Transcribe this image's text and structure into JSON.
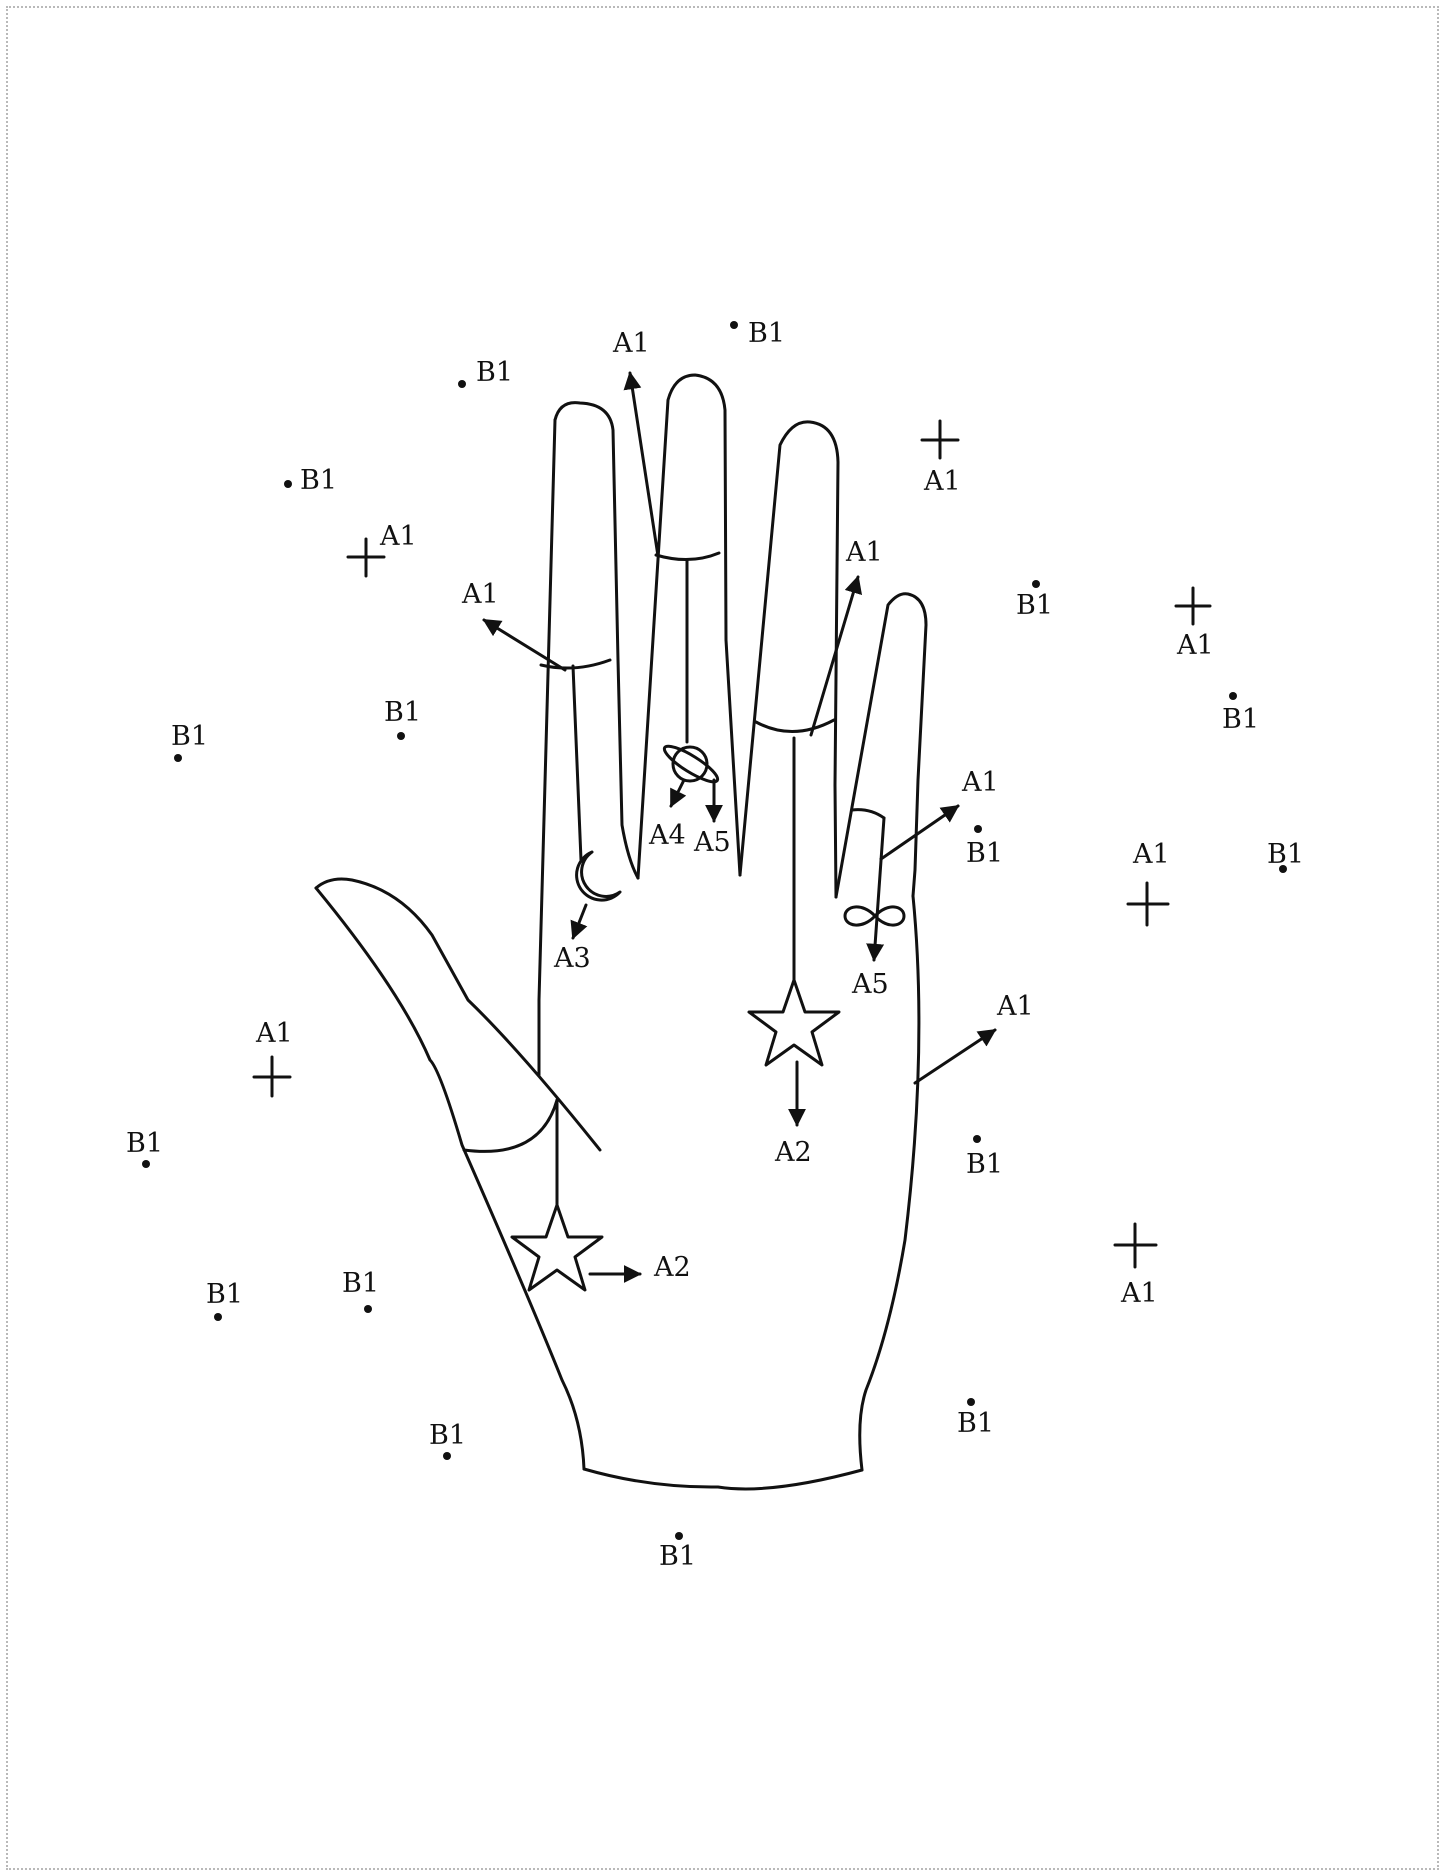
{
  "labels": {
    "a1": "A1",
    "a2": "A2",
    "a3": "A3",
    "a4": "A4",
    "a5": "A5",
    "b1": "B1"
  },
  "colors": {
    "ink": "#111111",
    "background": "#ffffff",
    "frame": "#b9b9b9"
  },
  "icons": [
    "crescent-moon-icon",
    "planet-ring-icon",
    "infinity-icon",
    "star-icon"
  ]
}
